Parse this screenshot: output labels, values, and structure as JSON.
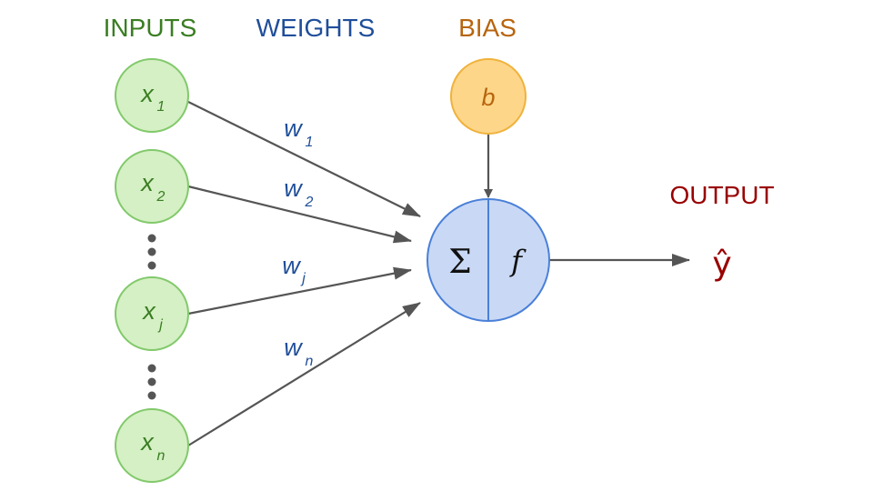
{
  "headers": {
    "inputs": "INPUTS",
    "weights": "WEIGHTS",
    "bias": "BIAS",
    "output": "OUTPUT"
  },
  "inputs": [
    {
      "symbol": "x",
      "sub": "1"
    },
    {
      "symbol": "x",
      "sub": "2"
    },
    {
      "symbol": "x",
      "sub": "j"
    },
    {
      "symbol": "x",
      "sub": "n"
    }
  ],
  "weights": [
    {
      "symbol": "w",
      "sub": "1"
    },
    {
      "symbol": "w",
      "sub": "2"
    },
    {
      "symbol": "w",
      "sub": "j"
    },
    {
      "symbol": "w",
      "sub": "n"
    }
  ],
  "bias_symbol": "b",
  "neuron": {
    "sum": "Σ",
    "activation": "f"
  },
  "output_symbol": "ŷ",
  "colors": {
    "inputs_text": "#3a7d22",
    "input_fill": "#d4f0c4",
    "input_stroke": "#82c96b",
    "weights_text": "#1f4e9a",
    "bias_text": "#b8650e",
    "bias_fill": "#fdd68a",
    "bias_stroke": "#f0b23c",
    "neuron_fill": "#c9d9f5",
    "neuron_stroke": "#4a80d8",
    "output_text": "#990000",
    "arrow": "#555555",
    "dots": "#555555"
  }
}
